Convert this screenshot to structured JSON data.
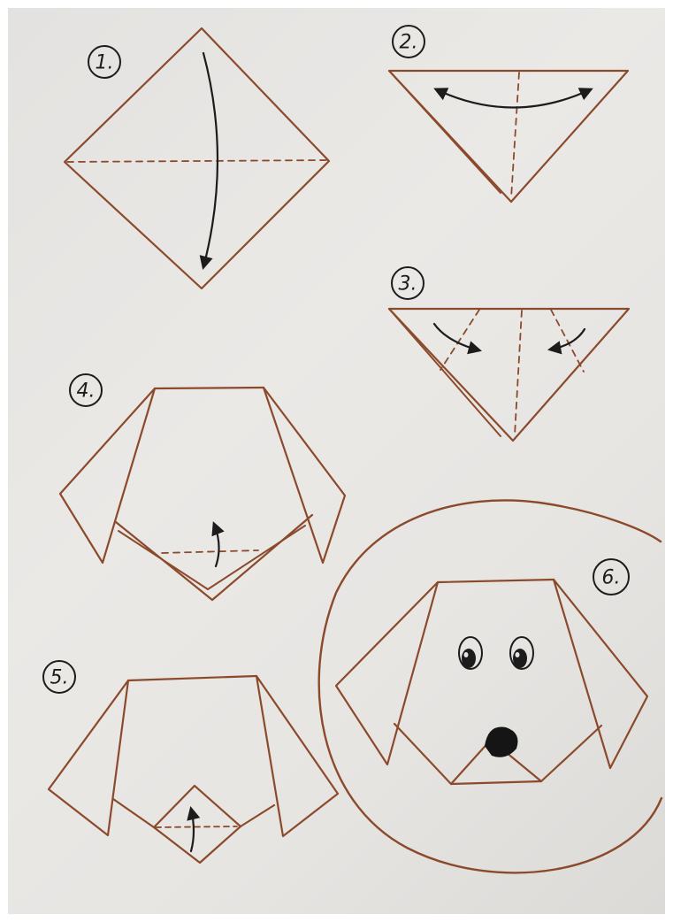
{
  "colors": {
    "paper": "#e6e4e1",
    "fold_line": "#8b4a2b",
    "ink": "#1c1c1c"
  },
  "steps": [
    {
      "label": "1."
    },
    {
      "label": "2."
    },
    {
      "label": "3."
    },
    {
      "label": "4."
    },
    {
      "label": "5."
    },
    {
      "label": "6."
    }
  ]
}
